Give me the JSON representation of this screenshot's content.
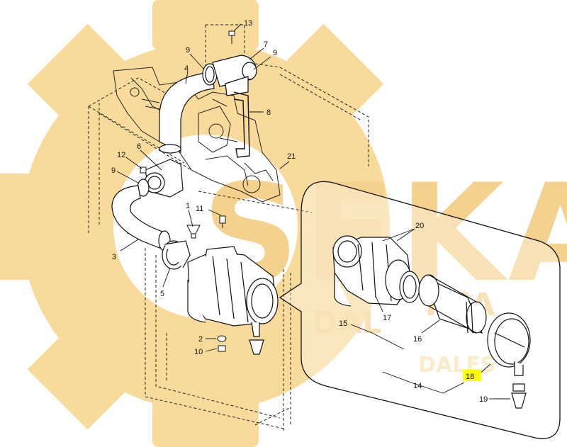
{
  "watermark": {
    "brand": "SEKA",
    "subtitle_left": "DAL",
    "subtitle_mid": "KEA",
    "subtitle_right": "DALES",
    "gear_color": "#f7d48a",
    "text_color": "#f3c978"
  },
  "callouts": [
    {
      "id": "c13",
      "label": "13"
    },
    {
      "id": "c7",
      "label": "7"
    },
    {
      "id": "c9a",
      "label": "9"
    },
    {
      "id": "c9b",
      "label": "9"
    },
    {
      "id": "c4",
      "label": "4"
    },
    {
      "id": "c8",
      "label": "8"
    },
    {
      "id": "c6",
      "label": "6"
    },
    {
      "id": "c12",
      "label": "12"
    },
    {
      "id": "c9c",
      "label": "9"
    },
    {
      "id": "c21",
      "label": "21"
    },
    {
      "id": "c1",
      "label": "1"
    },
    {
      "id": "c11",
      "label": "11"
    },
    {
      "id": "c3",
      "label": "3"
    },
    {
      "id": "c5",
      "label": "5"
    },
    {
      "id": "c2",
      "label": "2"
    },
    {
      "id": "c10",
      "label": "10"
    },
    {
      "id": "c20",
      "label": "20"
    },
    {
      "id": "c17",
      "label": "17"
    },
    {
      "id": "c15",
      "label": "15"
    },
    {
      "id": "c16",
      "label": "16"
    },
    {
      "id": "c18",
      "label": "18"
    },
    {
      "id": "c14",
      "label": "14"
    },
    {
      "id": "c19",
      "label": "19"
    }
  ],
  "highlight_color": "#ffff00",
  "highlighted_part": "18"
}
